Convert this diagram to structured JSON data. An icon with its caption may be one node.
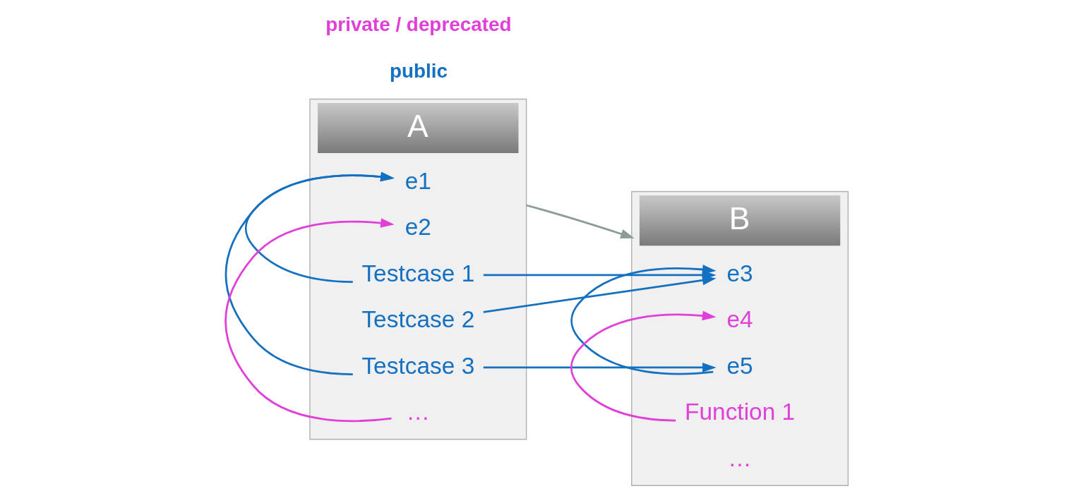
{
  "diagram": {
    "nodes": [
      {
        "text": [
          "A"
        ]
      },
      {
        "text": [
          "e1"
        ],
        "in": 0
      },
      {
        "text": [
          "e2"
        ],
        "in": 0
      },
      {
        "text": [
          "Testcase 1"
        ],
        "in": 0
      },
      {
        "text": [
          "Testcase 2"
        ],
        "in": 0
      },
      {
        "text": [
          "Testcase 3"
        ],
        "in": 0
      },
      {
        "text": [
          "…"
        ],
        "in": 0
      },
      {
        "text": [
          "B"
        ]
      },
      {
        "text": [
          "e3"
        ],
        "in": 7
      },
      {
        "text": [
          "e4"
        ],
        "in": 7
      },
      {
        "text": [
          "e5"
        ],
        "in": 7
      },
      {
        "text": [
          "Function 1"
        ],
        "in": 7
      },
      {
        "text": [
          "…"
        ],
        "in": 7
      }
    ],
    "edges": [
      {
        "from": 0,
        "to": 7,
        "arrow": "to",
        "color": "#8c9c96"
      },
      {
        "from": 3,
        "to": 1,
        "arrow": "to"
      },
      {
        "from": 5,
        "to": 1,
        "arrow": "to"
      },
      {
        "from": 6,
        "to": 2,
        "arrow": "to",
        "color": "#e040d8"
      },
      {
        "from": 3,
        "to": 8,
        "arrow": "to"
      },
      {
        "from": 4,
        "to": 8,
        "arrow": "to"
      },
      {
        "from": 5,
        "to": 10,
        "arrow": "to"
      },
      {
        "from": 10,
        "to": 8,
        "arrow": "to"
      },
      {
        "from": 11,
        "to": 9,
        "arrow": "to",
        "color": "#e040d8"
      }
    ],
    "labels": [
      "public",
      "private / deprecated"
    ]
  }
}
